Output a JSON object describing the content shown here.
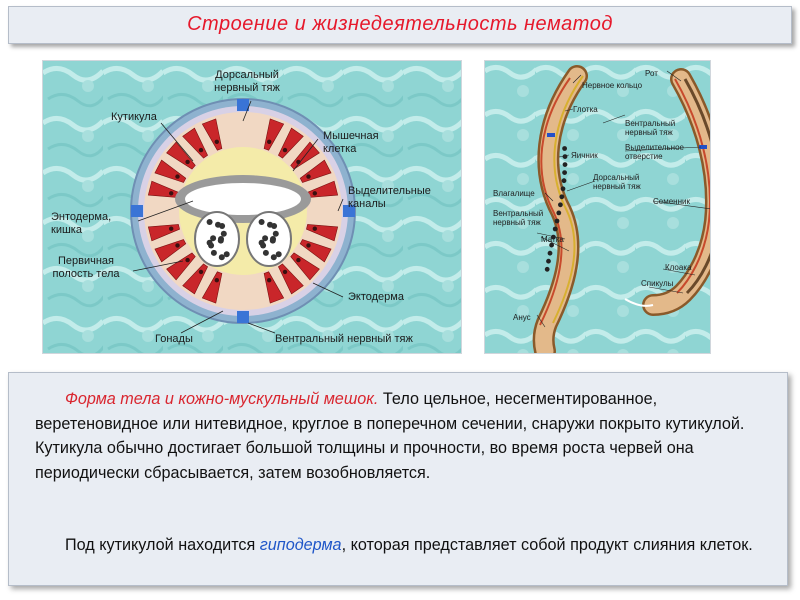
{
  "title": "Строение и жизнедеятельность нематод",
  "cross_section": {
    "labels": {
      "dorsal_nerve_cord": "Дорсальный нервный тяж",
      "cuticle": "Кутикула",
      "muscle_cell": "Мышечная клетка",
      "excretory_canals": "Выделительные каналы",
      "endoderm": "Энтодерма, кишка",
      "body_cavity": "Первичная полость тела",
      "ectoderm": "Эктодерма",
      "gonads": "Гонады",
      "ventral_nerve_cord": "Вентральный нервный тяж"
    }
  },
  "worm": {
    "labels": {
      "mouth": "Рот",
      "nerve_ring": "Нервное кольцо",
      "pharynx": "Глотка",
      "ventral_nerve_cord": "Вентральный нервный тяж",
      "ovary": "Яичник",
      "excretory_pore": "Выделительное отверстие",
      "dorsal_nerve_cord": "Дорсальный нервный тяж",
      "vagina": "Влагалище",
      "testis": "Семенник",
      "ventral_nerve_cord_2": "Вентральный нервный тяж",
      "uterus": "Матка",
      "cloaca": "Клоака",
      "spicules": "Спикулы",
      "anus": "Анус"
    }
  },
  "text": {
    "para1_lead": "Форма тела и кожно-мускульный мешок.",
    "para1_body": " Тело цельное, несегментированное, веретеновидное или нитевидное, круглое в поперечном сечении, снаружи покрыто кутикулой. Кутикула обычно достигает большой толщины и прочности, во время роста червей она периодически сбрасывается, затем возобновляется.",
    "para2_start": "Под кутикулой находится ",
    "para2_term": "гиподерма",
    "para2_end": ", которая представляет собой продукт слияния клеток."
  }
}
